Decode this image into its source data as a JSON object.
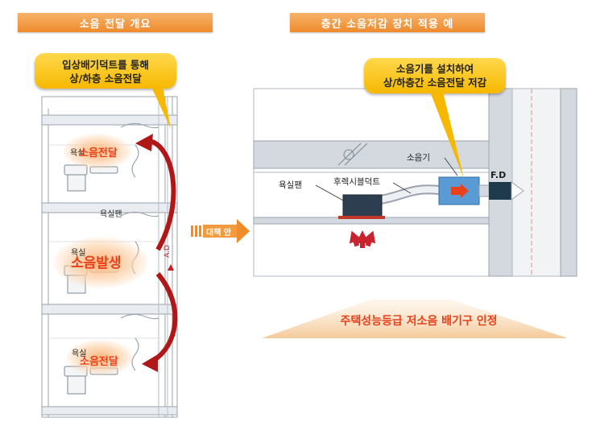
{
  "left_section": {
    "header": "소음 전달 개요",
    "callout_line1": "입상배기덕트를 통해",
    "callout_line2": "상/하층 소음전달",
    "floor_top": {
      "room_label": "욕실",
      "noise_label": "소음전달"
    },
    "floor_mid": {
      "fan_label": "욕실팬",
      "room_label": "욕실",
      "noise_label": "소음발생"
    },
    "floor_bottom": {
      "room_label": "욕실",
      "noise_label": "소음전달"
    },
    "duct_label": "A.D"
  },
  "countermeasure_arrow": {
    "label": "대책 안"
  },
  "right_section": {
    "header": "층간 소음저감 장치 적용 예",
    "callout_line1": "소음기를 설치하여",
    "callout_line2": "상/하층간 소음전달 저감",
    "silencer_label": "소음기",
    "flex_duct_label": "후렉시블덕트",
    "fan_label": "욕실팬",
    "fire_damper_label": "F.D"
  },
  "certification": {
    "text": "주택성능등급 저소음 배기구 인정"
  },
  "colors": {
    "header_orange": "#ee8a2c",
    "callout_yellow": "#f6b800",
    "arrow_red": "#c81e1e",
    "noise_red": "#e8421c",
    "silencer_blue": "#5b9bd5"
  }
}
